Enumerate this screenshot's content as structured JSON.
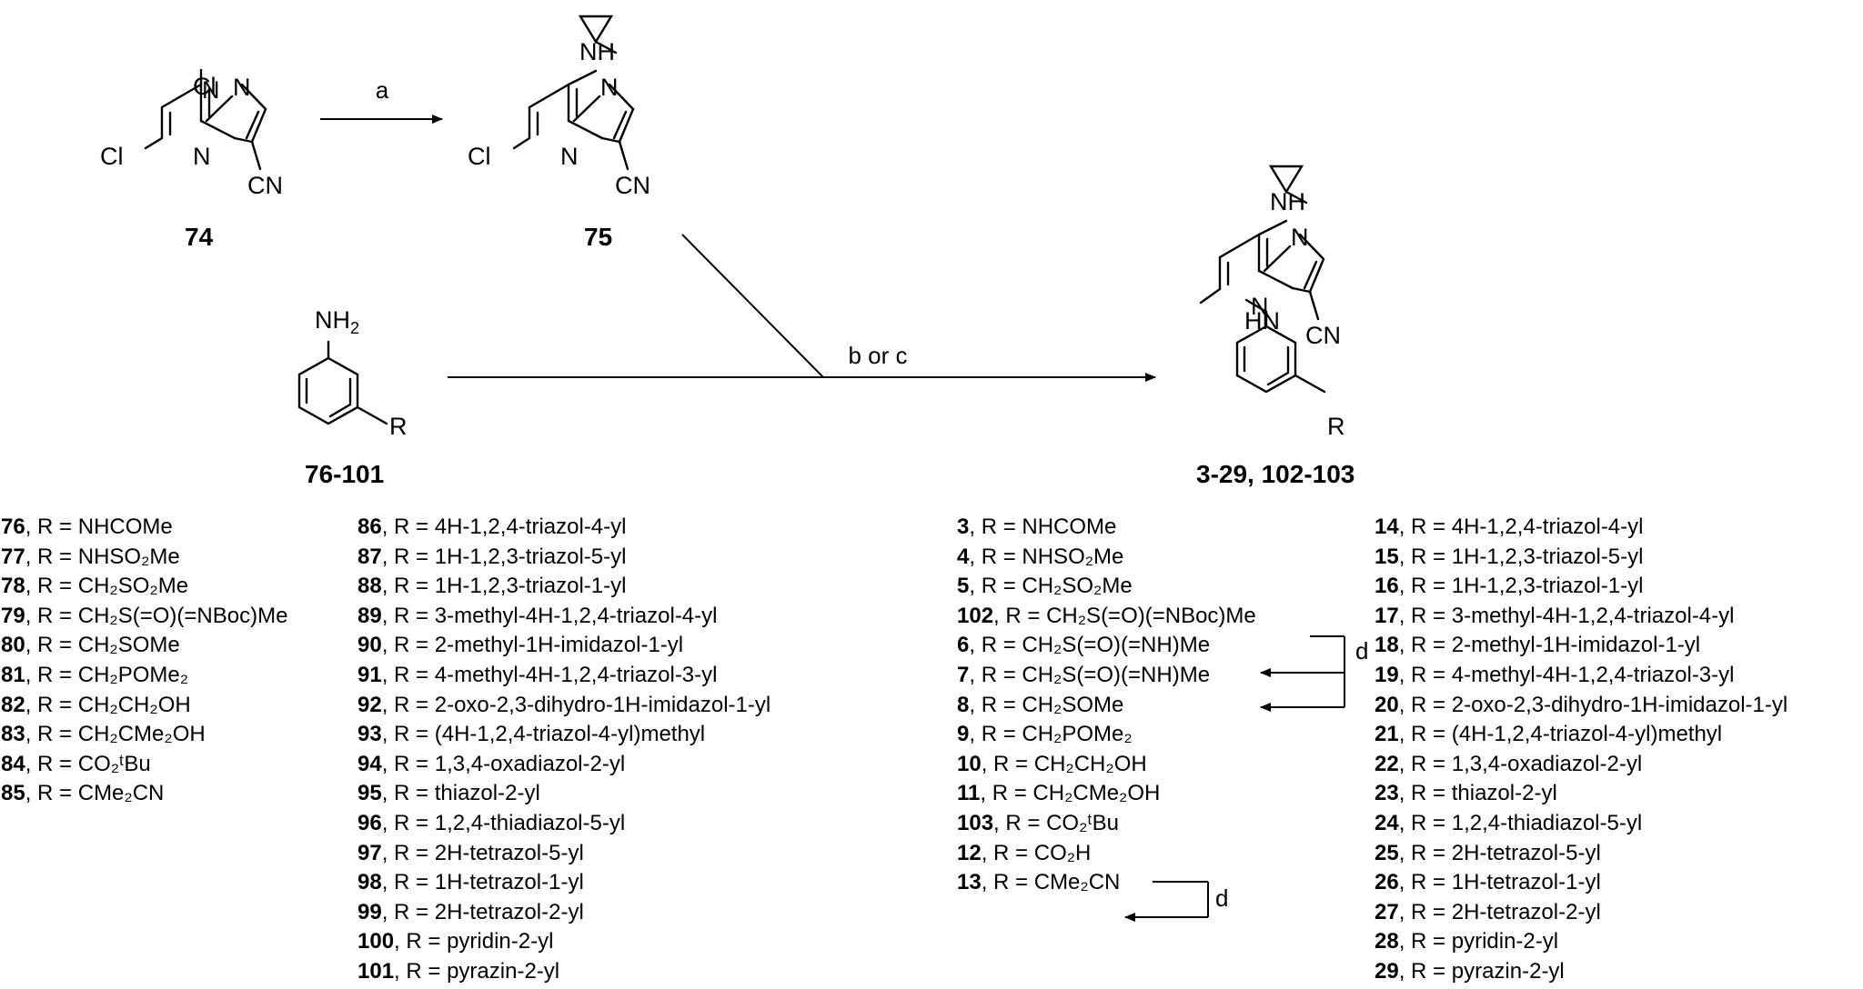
{
  "compounds": {
    "c74": "74",
    "c75": "75",
    "aniline": "76-101",
    "product": "3-29, 102-103"
  },
  "atoms": {
    "cl": "Cl",
    "n": "N",
    "nh": "NH",
    "hn": "HN",
    "cn": "CN",
    "r": "R",
    "nh2_n": "NH",
    "nh2_sub": "2"
  },
  "conditions": {
    "a": "a",
    "b_or_c": "b or c",
    "d": "d"
  },
  "r_prefix": ", R = ",
  "lists": {
    "col1": [
      {
        "id": "76",
        "r": "NHCOMe"
      },
      {
        "id": "77",
        "r": "NHSO₂Me"
      },
      {
        "id": "78",
        "r": "CH₂SO₂Me"
      },
      {
        "id": "79",
        "r": "CH₂S(=O)(=NBoc)Me"
      },
      {
        "id": "80",
        "r": "CH₂SOMe"
      },
      {
        "id": "81",
        "r": "CH₂POMe₂"
      },
      {
        "id": "82",
        "r": "CH₂CH₂OH"
      },
      {
        "id": "83",
        "r": "CH₂CMe₂OH"
      },
      {
        "id": "84",
        "r": "CO₂ᵗBu"
      },
      {
        "id": "85",
        "r": "CMe₂CN"
      }
    ],
    "col2": [
      {
        "id": "86",
        "r": "4H-1,2,4-triazol-4-yl"
      },
      {
        "id": "87",
        "r": "1H-1,2,3-triazol-5-yl"
      },
      {
        "id": "88",
        "r": "1H-1,2,3-triazol-1-yl"
      },
      {
        "id": "89",
        "r": "3-methyl-4H-1,2,4-triazol-4-yl"
      },
      {
        "id": "90",
        "r": "2-methyl-1H-imidazol-1-yl"
      },
      {
        "id": "91",
        "r": "4-methyl-4H-1,2,4-triazol-3-yl"
      },
      {
        "id": "92",
        "r": "2-oxo-2,3-dihydro-1H-imidazol-1-yl"
      },
      {
        "id": "93",
        "r": "(4H-1,2,4-triazol-4-yl)methyl"
      },
      {
        "id": "94",
        "r": "1,3,4-oxadiazol-2-yl"
      },
      {
        "id": "95",
        "r": "thiazol-2-yl"
      },
      {
        "id": "96",
        "r": "1,2,4-thiadiazol-5-yl"
      },
      {
        "id": "97",
        "r": "2H-tetrazol-5-yl"
      },
      {
        "id": "98",
        "r": "1H-tetrazol-1-yl"
      },
      {
        "id": "99",
        "r": "2H-tetrazol-2-yl"
      },
      {
        "id": "100",
        "r": "pyridin-2-yl"
      },
      {
        "id": "101",
        "r": "pyrazin-2-yl"
      }
    ],
    "col3": [
      {
        "id": "3",
        "r": "NHCOMe"
      },
      {
        "id": "4",
        "r": "NHSO₂Me"
      },
      {
        "id": "5",
        "r": "CH₂SO₂Me"
      },
      {
        "id": "102",
        "r": "CH₂S(=O)(=NBoc)Me"
      },
      {
        "id": "6",
        "r": "CH₂S(=O)(=NH)Me"
      },
      {
        "id": "7",
        "r": "CH₂S(=O)(=NH)Me"
      },
      {
        "id": "8",
        "r": "CH₂SOMe"
      },
      {
        "id": "9",
        "r": "CH₂POMe₂"
      },
      {
        "id": "10",
        "r": "CH₂CH₂OH"
      },
      {
        "id": "11",
        "r": "CH₂CMe₂OH"
      },
      {
        "id": "103",
        "r": "CO₂ᵗBu"
      },
      {
        "id": "12",
        "r": "CO₂H"
      },
      {
        "id": "13",
        "r": "CMe₂CN"
      }
    ],
    "col4": [
      {
        "id": "14",
        "r": "4H-1,2,4-triazol-4-yl"
      },
      {
        "id": "15",
        "r": "1H-1,2,3-triazol-5-yl"
      },
      {
        "id": "16",
        "r": "1H-1,2,3-triazol-1-yl"
      },
      {
        "id": "17",
        "r": "3-methyl-4H-1,2,4-triazol-4-yl"
      },
      {
        "id": "18",
        "r": "2-methyl-1H-imidazol-1-yl"
      },
      {
        "id": "19",
        "r": "4-methyl-4H-1,2,4-triazol-3-yl"
      },
      {
        "id": "20",
        "r": "2-oxo-2,3-dihydro-1H-imidazol-1-yl"
      },
      {
        "id": "21",
        "r": "(4H-1,2,4-triazol-4-yl)methyl"
      },
      {
        "id": "22",
        "r": "1,3,4-oxadiazol-2-yl"
      },
      {
        "id": "23",
        "r": "thiazol-2-yl"
      },
      {
        "id": "24",
        "r": "1,2,4-thiadiazol-5-yl"
      },
      {
        "id": "25",
        "r": "2H-tetrazol-5-yl"
      },
      {
        "id": "26",
        "r": "1H-tetrazol-1-yl"
      },
      {
        "id": "27",
        "r": "2H-tetrazol-2-yl"
      },
      {
        "id": "28",
        "r": "pyridin-2-yl"
      },
      {
        "id": "29",
        "r": "pyrazin-2-yl"
      }
    ]
  }
}
